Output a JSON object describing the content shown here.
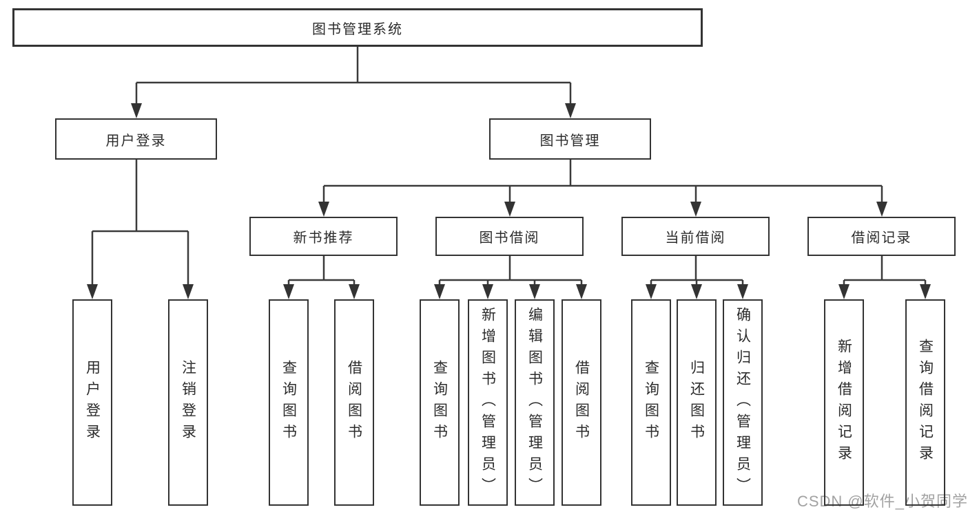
{
  "diagram": {
    "root": {
      "label": "图书管理系统"
    },
    "level2": [
      {
        "label": "用户登录",
        "children": [
          {
            "label": "用户登录"
          },
          {
            "label": "注销登录"
          }
        ]
      },
      {
        "label": "图书管理",
        "children": [
          {
            "label": "新书推荐",
            "children": [
              {
                "label": "查询图书"
              },
              {
                "label": "借阅图书"
              }
            ]
          },
          {
            "label": "图书借阅",
            "children": [
              {
                "label": "查询图书"
              },
              {
                "label": "新增图书（管理员）"
              },
              {
                "label": "编辑图书（管理员）"
              },
              {
                "label": "借阅图书"
              }
            ]
          },
          {
            "label": "当前借阅",
            "children": [
              {
                "label": "查询图书"
              },
              {
                "label": "归还图书"
              },
              {
                "label": "确认归还（管理员）"
              }
            ]
          },
          {
            "label": "借阅记录",
            "children": [
              {
                "label": "新增借阅记录"
              },
              {
                "label": "查询借阅记录"
              }
            ]
          }
        ]
      }
    ]
  },
  "watermark": {
    "text": "CSDN @软件_小贺同学"
  },
  "colors": {
    "line": "#3a3a3a",
    "border": "#333333",
    "text": "#2b2b2b",
    "watermark_text": "#a2a2a2",
    "background": "#ffffff"
  }
}
